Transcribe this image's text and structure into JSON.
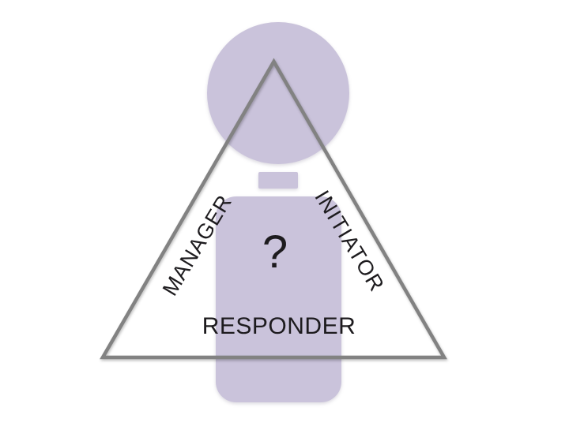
{
  "colors": {
    "background": "#ffffff",
    "figure_fill": "#cac3db",
    "triangle_stroke": "#828282",
    "label_text": "#1d1b1e"
  },
  "diagram": {
    "center_symbol": "?",
    "labels": {
      "left": "MANAGER",
      "right": "INITIATOR",
      "bottom": "RESPONDER"
    }
  }
}
